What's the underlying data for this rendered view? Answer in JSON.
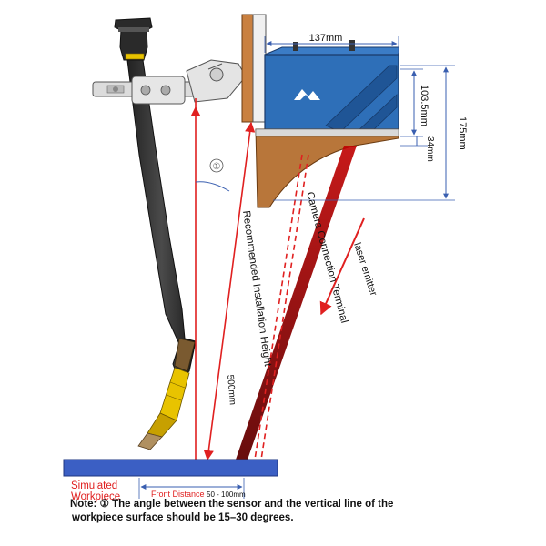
{
  "dimensions": {
    "width": "137mm",
    "height_top": "103.5mm",
    "height_total": "175mm",
    "bracket_depth": "34mm",
    "install_height": "500mm"
  },
  "labels": {
    "camera_connection": "Camera Connection Terminal",
    "recommended_height": "Recommended Installation Height",
    "laser_emitter": "laser emitter",
    "angle_marker": "①",
    "workpiece_line1": "Simulated",
    "workpiece_line2": "Workpiece",
    "front_distance": "Front Distance",
    "front_range": "50 - 100mm"
  },
  "note": {
    "line1": "Note: ① The angle between the sensor and the vertical line of the",
    "line2": "workpiece surface should be 15–30 degrees."
  },
  "colors": {
    "accent_red": "#e02020",
    "sensor_blue": "#2e6fb8",
    "bracket_brown": "#b8763a",
    "dimension_blue": "#3a5fb0",
    "workpiece_blue": "#3b5fc4"
  }
}
